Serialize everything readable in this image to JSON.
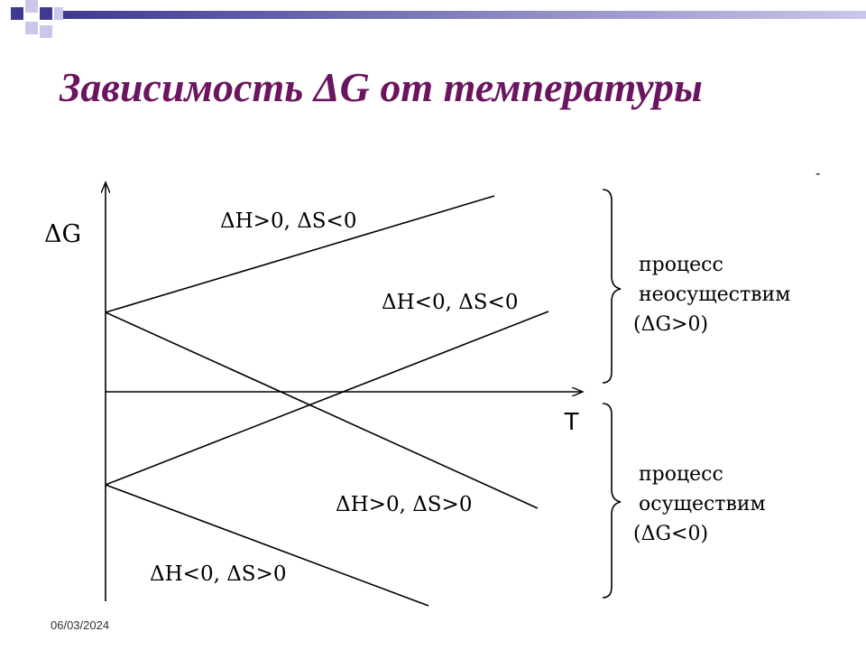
{
  "slide": {
    "title": "Зависимость ΔG от температуры",
    "date": "06/03/2024",
    "accent_color": "#6b1560",
    "bar_color_dark": "#3e3a8f",
    "bar_color_light": "#c9c7ea"
  },
  "diagram": {
    "y_axis_label": "ΔG",
    "x_axis_label": "T",
    "lines": [
      {
        "label": "ΔH>0, ΔS<0"
      },
      {
        "label": "ΔH<0, ΔS<0"
      },
      {
        "label": "ΔH>0, ΔS>0"
      },
      {
        "label": "ΔH<0, ΔS>0"
      }
    ],
    "upper_region": {
      "line1": "процесс",
      "line2": "неосуществим",
      "line3": "(ΔG>0)"
    },
    "lower_region": {
      "line1": "процесс",
      "line2": "осуществим",
      "line3": "(ΔG<0)"
    },
    "stray_mark": "-"
  }
}
